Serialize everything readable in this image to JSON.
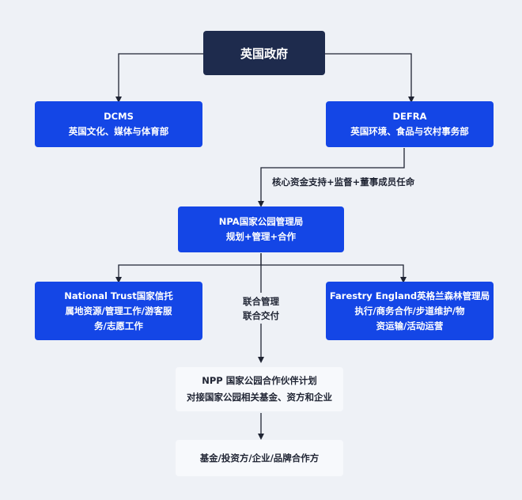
{
  "root": {
    "title": "英国政府"
  },
  "dcms": {
    "name": "DCMS",
    "desc": "英国文化、媒体与体育部"
  },
  "defra": {
    "name": "DEFRA",
    "desc": "英国环境、食品与农村事务部"
  },
  "edge_defra_npa": {
    "label": "核心资金支持+监督+董事成员任命"
  },
  "npa": {
    "name": "NPA国家公园管理局",
    "desc": "规划+管理+合作"
  },
  "national_trust": {
    "name": "National Trust国家信托",
    "desc_line1": "属地资源/管理工作/游客服",
    "desc_line2": "务/志愿工作"
  },
  "edge_npa_npp": {
    "line1": "联合管理",
    "line2": "联合交付"
  },
  "forestry_england": {
    "name": "Farestry England英格兰森林管理局",
    "desc_line1": "执行/商务合作/步道维护/物",
    "desc_line2": "资运输/活动运营"
  },
  "npp": {
    "name": "NPP 国家公园合作伙伴计划",
    "desc": "对接国家公园相关基金、资方和企业"
  },
  "partners": {
    "label": "基金/投资方/企业/品牌合作方"
  },
  "colors": {
    "dark": "#1e2b4d",
    "blue": "#1446e6",
    "light": "#f7f9fc",
    "line": "#1f2433"
  }
}
